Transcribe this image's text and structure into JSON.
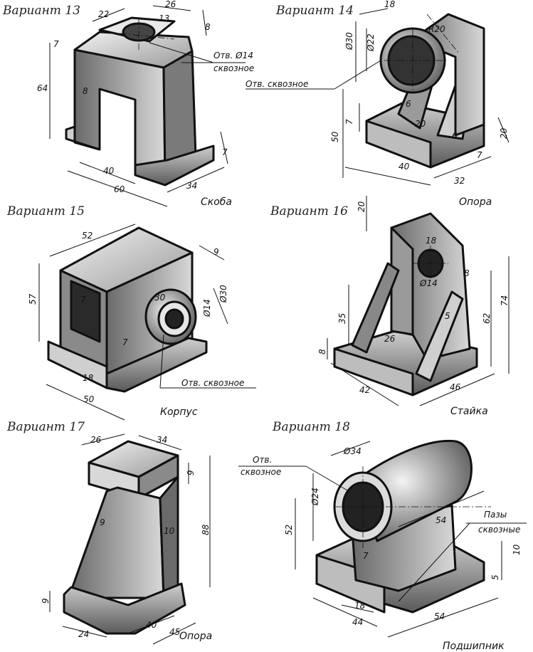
{
  "variants": [
    {
      "title": "Вариант 13",
      "caption": "Скоба",
      "dims": [
        "22",
        "26",
        "13",
        "8",
        "7",
        "64",
        "8",
        "40",
        "60",
        "34",
        "7"
      ],
      "notes": [
        "Отв. Ø14",
        "сквозное"
      ]
    },
    {
      "title": "Вариант 14",
      "caption": "Опора",
      "dims": [
        "18",
        "R20",
        "Ø30",
        "Ø22",
        "7",
        "50",
        "6",
        "20",
        "6",
        "40",
        "32",
        "7",
        "20"
      ],
      "notes": [
        "Отв. сквозное"
      ]
    },
    {
      "title": "Вариант 15",
      "caption": "Корпус",
      "dims": [
        "52",
        "9",
        "57",
        "30",
        "Ø14",
        "Ø30",
        "7",
        "7",
        "18",
        "50"
      ],
      "notes": [
        "Отв. сквозное"
      ]
    },
    {
      "title": "Вариант 16",
      "caption": "Стайка",
      "dims": [
        "20",
        "18",
        "Ø14",
        "8",
        "74",
        "62",
        "35",
        "26",
        "8",
        "5",
        "42",
        "46"
      ],
      "notes": []
    },
    {
      "title": "Вариант 17",
      "caption": "Опора",
      "dims": [
        "26",
        "34",
        "9",
        "9",
        "10",
        "88",
        "9",
        "24",
        "40",
        "45"
      ],
      "notes": []
    },
    {
      "title": "Вариант 18",
      "caption": "Подшипник",
      "dims": [
        "Ø34",
        "Ø24",
        "52",
        "54",
        "7",
        "18",
        "44",
        "54",
        "10",
        "5"
      ],
      "notes": [
        "Отв.",
        "сквозное",
        "Пазы",
        "сквозные"
      ]
    }
  ]
}
